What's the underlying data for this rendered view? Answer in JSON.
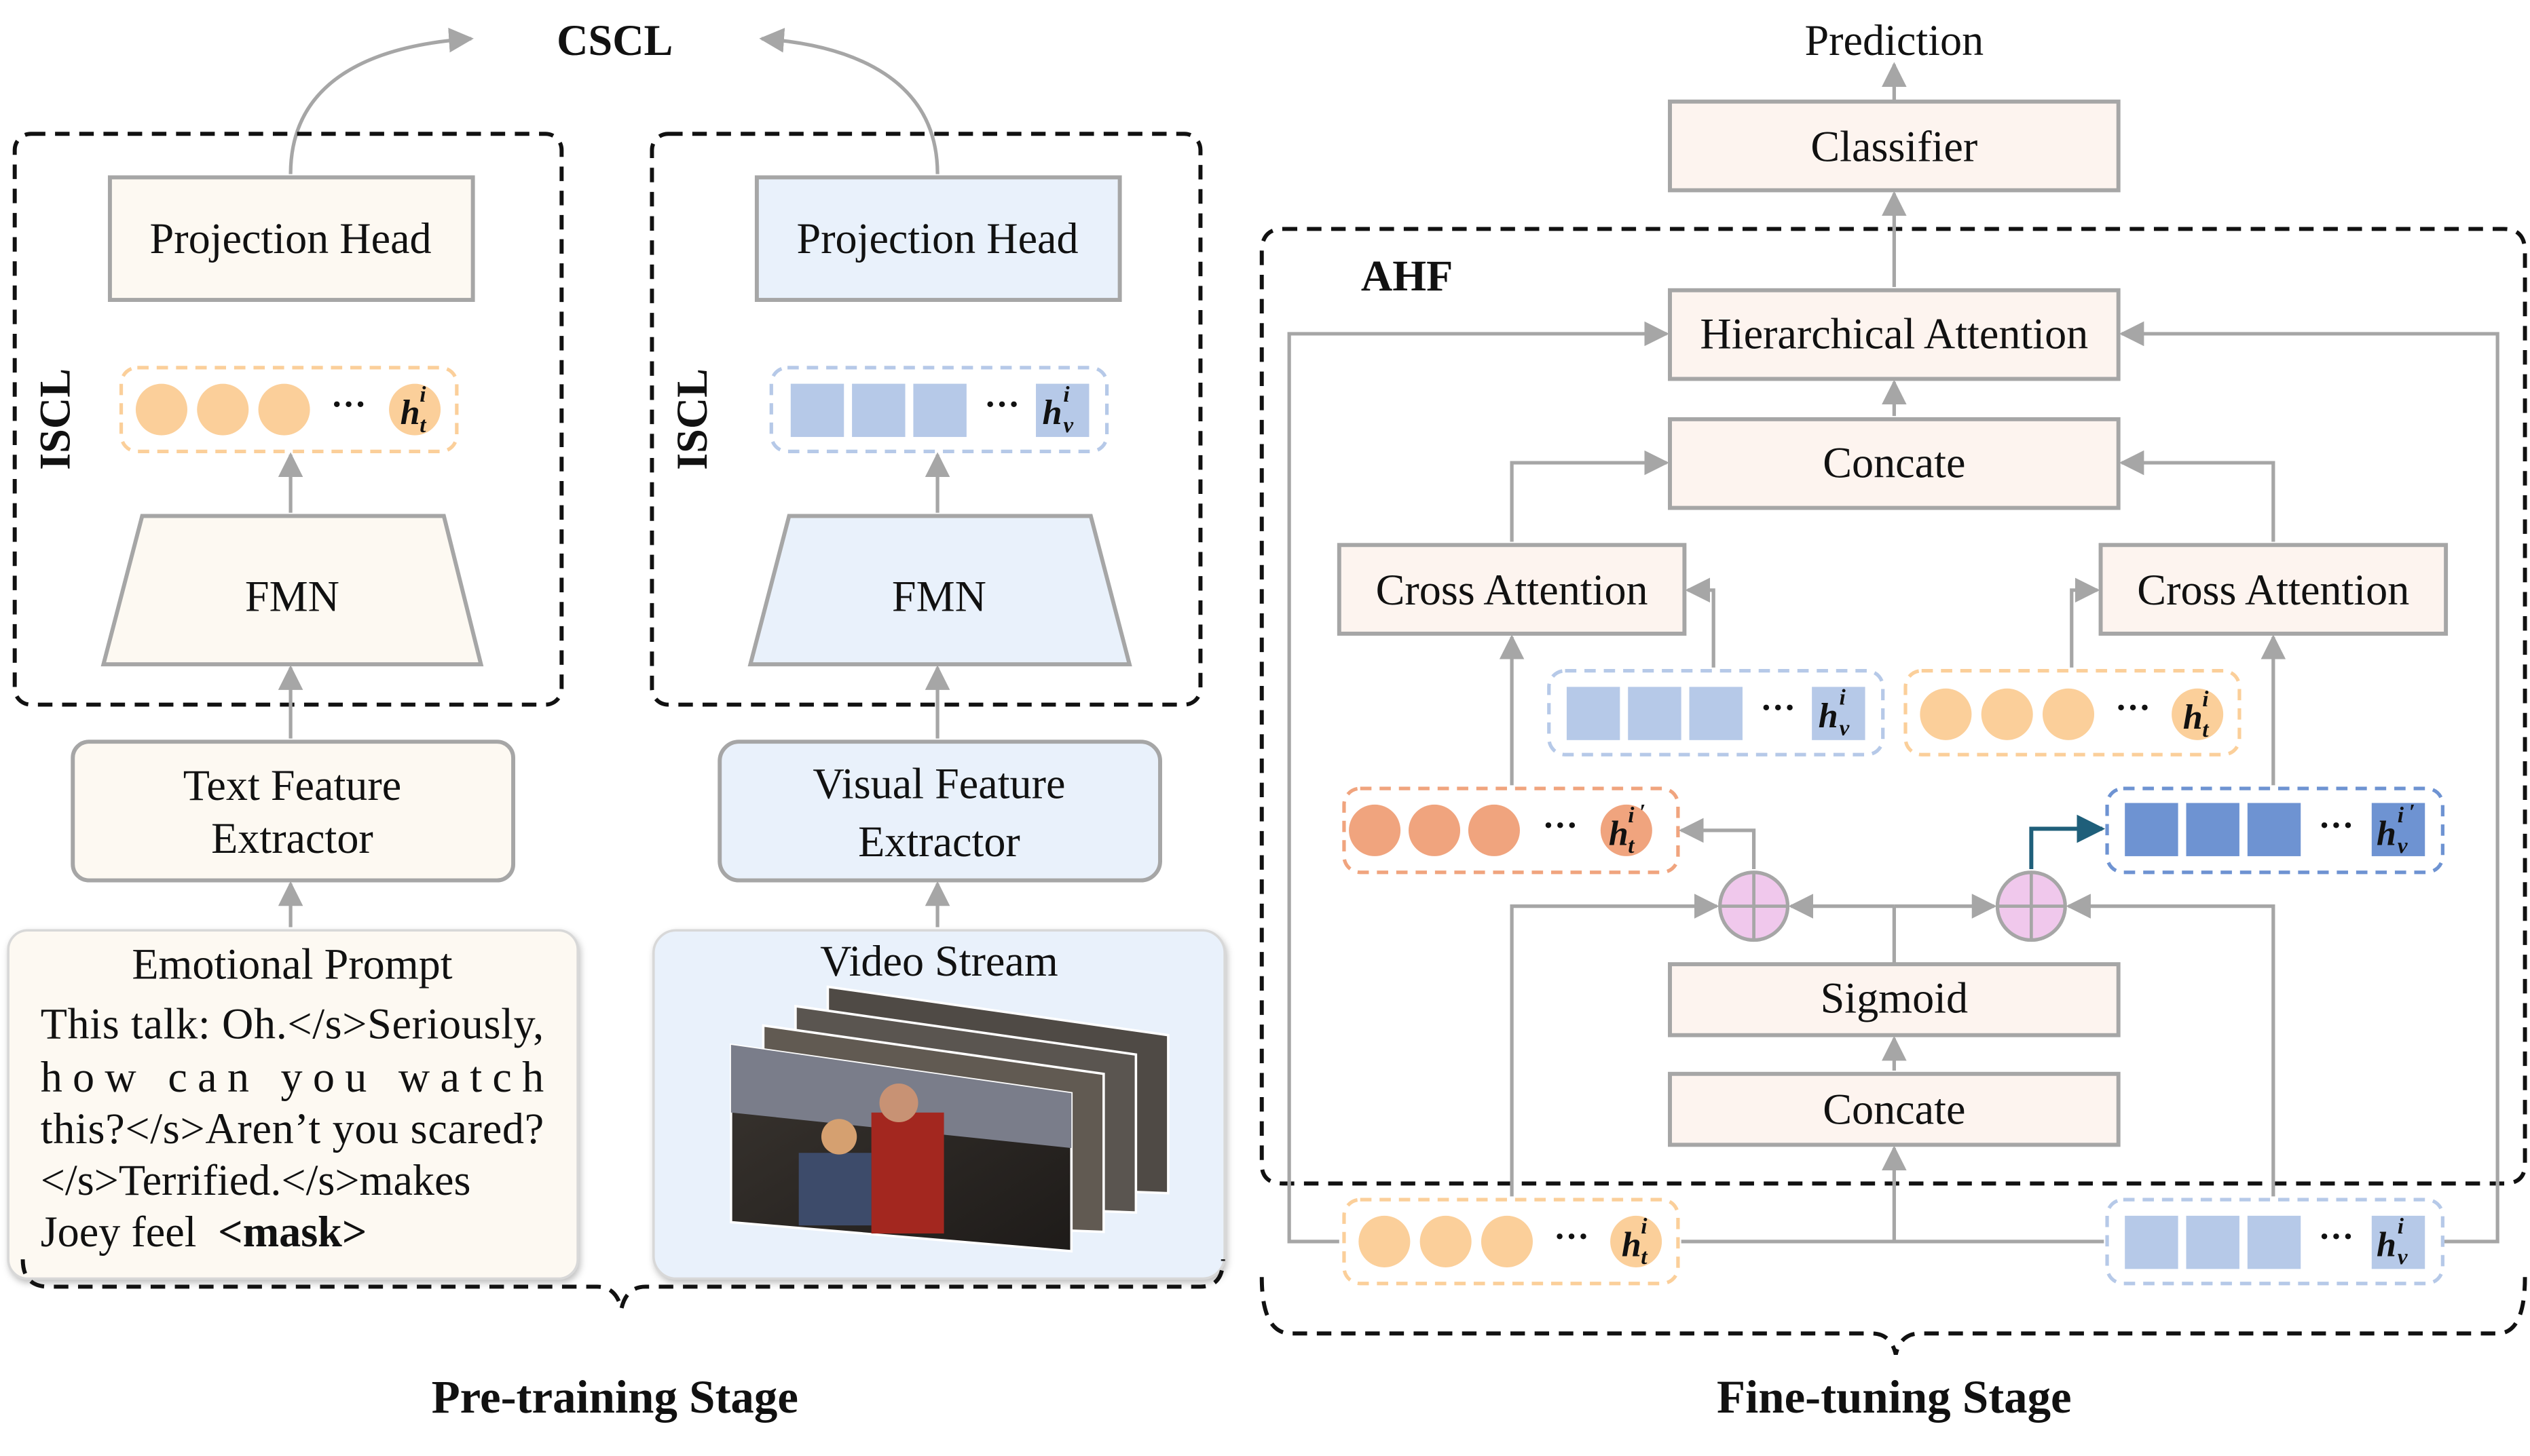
{
  "pretraining": {
    "cscl_label": "CSCL",
    "iscl_label": "ISCL",
    "projection_head": "Projection Head",
    "fmn": "FMN",
    "text_extractor": [
      "Text Feature",
      "Extractor"
    ],
    "visual_extractor": [
      "Visual Feature",
      "Extractor"
    ],
    "prompt_title": "Emotional Prompt",
    "prompt_lines": [
      "This talk: Oh.</s>Seriously,",
      "how can you watch",
      "this?</s>Aren’t you scared?",
      "</s>Terrified.</s>makes",
      "Joey feel"
    ],
    "prompt_mask": "<mask>",
    "video_title": "Video Stream",
    "stage_label": "Pre-training Stage"
  },
  "finetuning": {
    "prediction": "Prediction",
    "classifier": "Classifier",
    "ahf_label": "AHF",
    "hier_attention": "Hierarchical Attention",
    "concat_top": "Concate",
    "cross_attention_left": "Cross Attention",
    "cross_attention_right": "Cross Attention",
    "sigmoid": "Sigmoid",
    "concat_bottom": "Concate",
    "stage_label": "Fine-tuning Stage"
  },
  "tokens": {
    "h": "h",
    "t": "t",
    "v": "v",
    "i": "i",
    "prime": "′",
    "ellipsis": "···"
  },
  "colors": {
    "text_box": "#fdf9f2",
    "visual_box": "#e9f1fb",
    "ft_box": "#fdf4ef",
    "circle_light": "#fbcf9a",
    "circle_dark": "#f0a47e",
    "square_light": "#b6c9e8",
    "square_dark": "#6e93d2",
    "plus_node": "#f0c8ec"
  }
}
